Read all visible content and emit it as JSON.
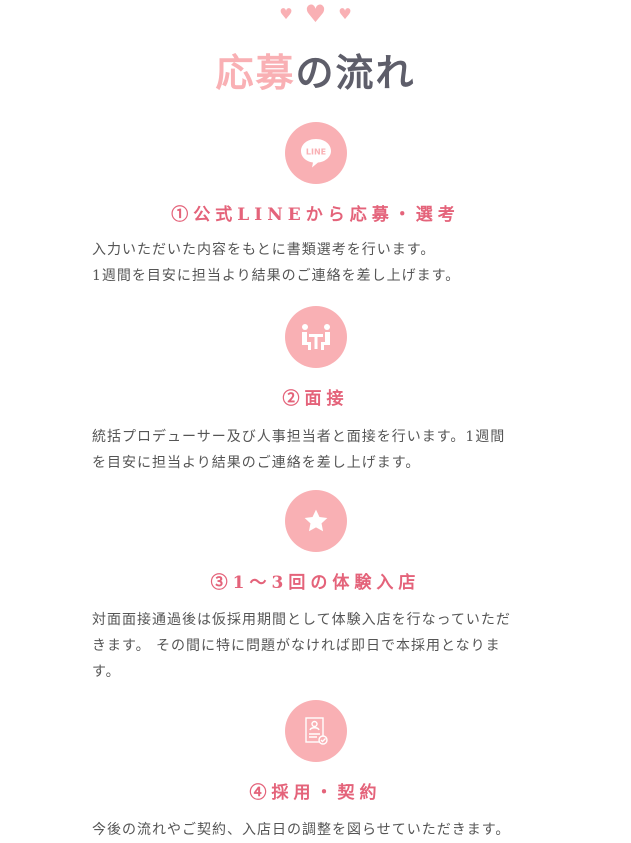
{
  "hearts": [
    "♥",
    "♥",
    "♥"
  ],
  "title": {
    "accent": "応募",
    "rest": "の流れ"
  },
  "colors": {
    "circle": "#f9b0b4",
    "heading": "#e4637a",
    "text": "#555555"
  },
  "steps": [
    {
      "icon": "line-icon",
      "icon_text": "LINE",
      "heading": "①公式LINEから応募・選考",
      "lines": [
        "入力いただいた内容をもとに書類選考を行います。",
        "1週間を目安に担当より結果のご連絡を差し上げます。"
      ]
    },
    {
      "icon": "interview-icon",
      "heading": "②面接",
      "lines": [
        "統括プロデューサー及び人事担当者と面接を行います。1週間",
        "を目安に担当より結果のご連絡を差し上げます。"
      ]
    },
    {
      "icon": "star-icon",
      "heading": "③1〜3回の体験入店",
      "lines": [
        "対面面接通過後は仮採用期間として体験入店を行なっていただ",
        "きます。 その間に特に問題がなければ即日で本採用となりま",
        "す。"
      ]
    },
    {
      "icon": "contract-icon",
      "heading": "④採用・契約",
      "lines": [
        "今後の流れやご契約、入店日の調整を図らせていただきます。"
      ]
    }
  ]
}
